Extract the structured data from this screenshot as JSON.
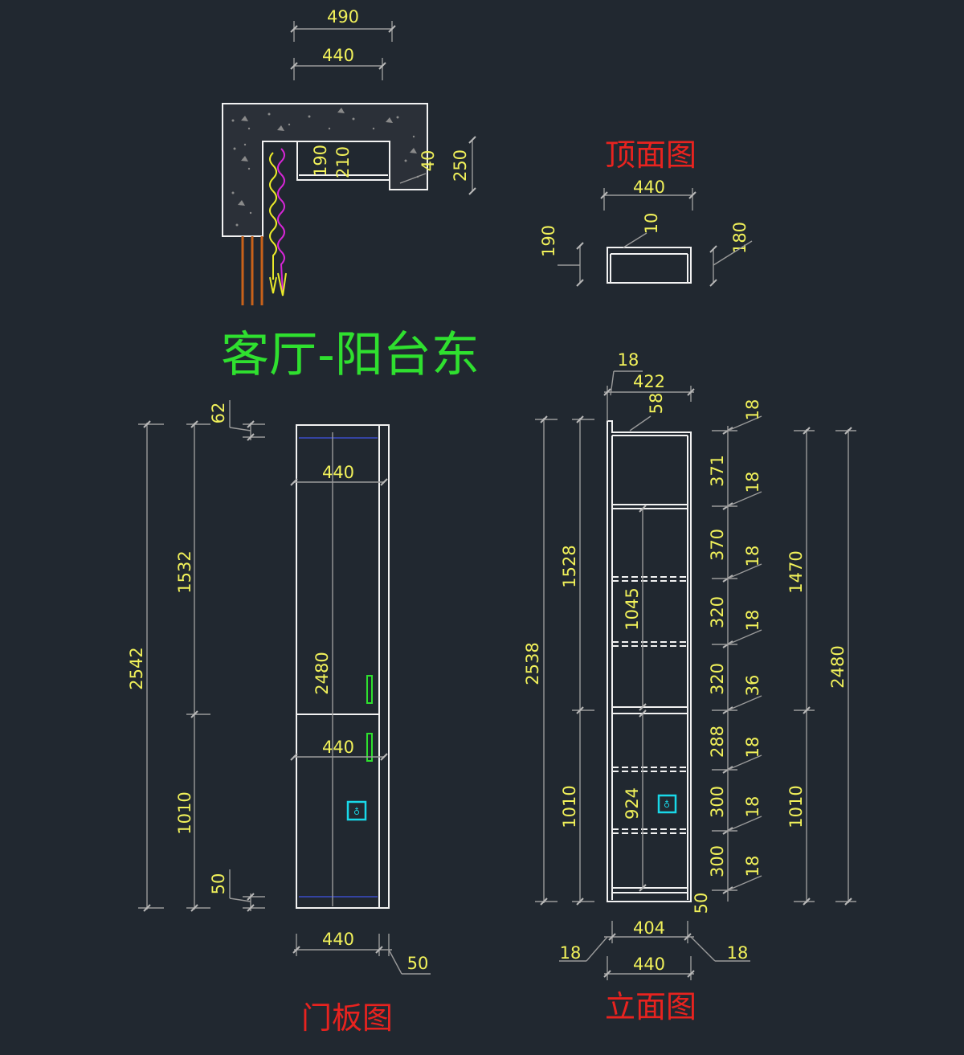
{
  "titles": {
    "main": "客厅-阳台东",
    "top_view": "顶面图",
    "door_panel": "门板图",
    "elevation": "立面图"
  },
  "plan": {
    "width_outer": "490",
    "width_inner": "440",
    "d190": "190",
    "d210": "210",
    "d40": "40",
    "d250": "250"
  },
  "top_view": {
    "width": "440",
    "thk": "10",
    "h_left": "190",
    "h_right": "180"
  },
  "door": {
    "total_height": "2542",
    "upper": "1532",
    "lower": "1010",
    "top_gap": "62",
    "bottom_gap": "50",
    "width_upper": "440",
    "door_height": "2480",
    "width_lower": "440",
    "bottom_width": "440",
    "side_gap": "50"
  },
  "elevation": {
    "top_18": "18",
    "inner_width": "422",
    "top_gap": "58",
    "total_height": "2538",
    "upper": "1528",
    "lower": "1010",
    "mid_upper": "1045",
    "mid_lower": "924",
    "bottom_gap": "50",
    "inner_bottom": "404",
    "side_left": "18",
    "side_right": "18",
    "outer_bottom": "440",
    "right_upper": "1470",
    "right_total": "2480",
    "right_lower": "1010",
    "shelves": [
      "18",
      "371",
      "18",
      "370",
      "18",
      "320",
      "18",
      "320",
      "36",
      "288",
      "18",
      "300",
      "18",
      "300",
      "18"
    ]
  },
  "colors": {
    "background": "#212830",
    "dimension_text": "#f1f15a",
    "title_red": "#e8231f",
    "title_green": "#2fe02f",
    "outline": "#f2f2f2",
    "socket": "#19d8e8",
    "handle": "#2ee02e",
    "pipe_yellow": "#eaea2a",
    "pipe_magenta": "#d626d6",
    "pipe_orange": "#c8621a"
  }
}
